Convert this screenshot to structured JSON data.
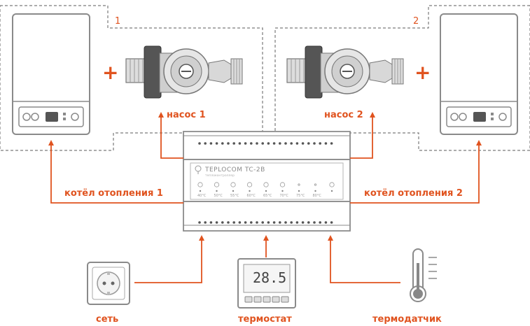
{
  "colors": {
    "accent": "#e0531f",
    "outline": "#8a8a8a",
    "dash": "#7a7a7a",
    "fill_light": "#f3f3f3"
  },
  "groups": {
    "group1_number": "1",
    "group2_number": "2"
  },
  "labels": {
    "pump1": "насос 1",
    "pump2": "насос 2",
    "boiler1": "котёл отопления 1",
    "boiler2": "котёл отопления 2",
    "network": "сеть",
    "thermostat": "термостат",
    "sensor": "термодатчик"
  },
  "plus_sign": "+",
  "controller": {
    "brand": "TEPLOCOM TC-2B",
    "subtitle": "теплоконтроллер",
    "indicators": [
      {
        "icon": "boiler-1-icon",
        "temp": "40°C"
      },
      {
        "icon": "boiler-2-icon",
        "temp": "50°C"
      },
      {
        "icon": "pump-1-icon",
        "temp": "55°C"
      },
      {
        "icon": "pump-2-icon",
        "temp": "60°C"
      },
      {
        "icon": "warning-icon",
        "temp": "65°C"
      },
      {
        "icon": "gauge-icon",
        "temp": "70°C"
      },
      {
        "icon": "dot-icon",
        "temp": "75°C"
      },
      {
        "icon": "dot-icon",
        "temp": "80°C"
      },
      {
        "icon": "thermometer-icon",
        "temp": ""
      }
    ]
  },
  "thermostat_display": "28.5",
  "icons": [
    "boiler-icon",
    "pump-icon",
    "socket-icon",
    "thermostat-icon",
    "thermometer-icon",
    "controller-icon"
  ]
}
